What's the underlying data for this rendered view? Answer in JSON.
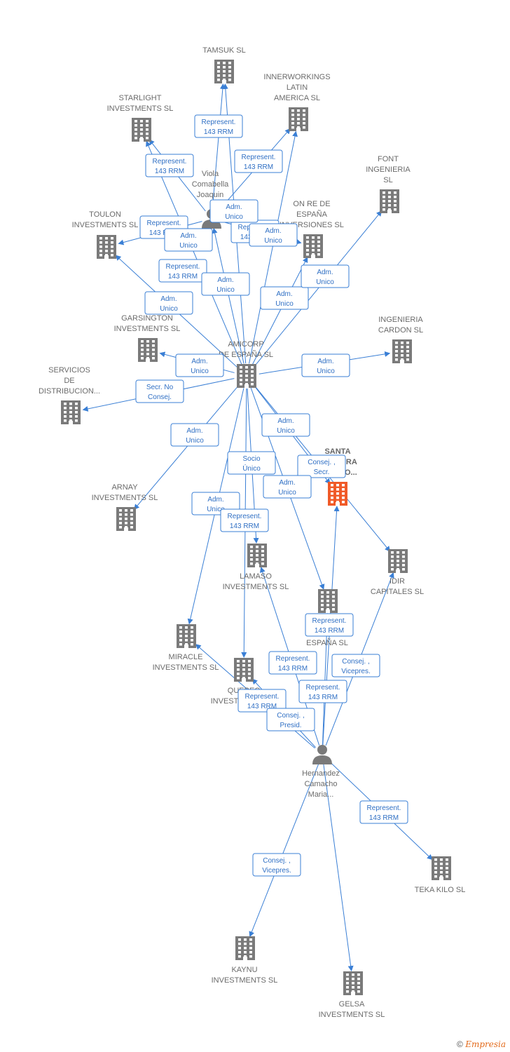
{
  "colors": {
    "edge": "#3a7fd5",
    "edge_text": "#2f6fc4",
    "company": "#7a7a7a",
    "focus": "#f05a28",
    "person": "#7a7a7a"
  },
  "nodes": [
    {
      "id": "tamsuk",
      "type": "company",
      "label": [
        "TAMSUK SL"
      ]
    },
    {
      "id": "innerworkings",
      "type": "company",
      "label": [
        "INNERWORKINGS",
        "LATIN",
        "AMERICA  SL"
      ]
    },
    {
      "id": "starlight",
      "type": "company",
      "label": [
        "STARLIGHT",
        "INVESTMENTS SL"
      ]
    },
    {
      "id": "font",
      "type": "company",
      "label": [
        "FONT",
        "INGENIERIA",
        "SL"
      ]
    },
    {
      "id": "viola",
      "type": "person",
      "label": [
        "Viola",
        "Comabella",
        "Joaquin"
      ]
    },
    {
      "id": "toulon",
      "type": "company",
      "label": [
        "TOULON",
        "INVESTMENTS SL"
      ]
    },
    {
      "id": "onre",
      "type": "company",
      "label": [
        "ON RE DE",
        "ESPAÑA",
        "INVERSIONES SL"
      ]
    },
    {
      "id": "garsington",
      "type": "company",
      "label": [
        "GARSINGTON",
        "INVESTMENTS SL"
      ]
    },
    {
      "id": "ingcardon",
      "type": "company",
      "label": [
        "INGENIERIA",
        "CARDON  SL"
      ]
    },
    {
      "id": "amicorp",
      "type": "company",
      "label": [
        "AMICORP",
        "DE ESPAÑA SL"
      ]
    },
    {
      "id": "servicios",
      "type": "company",
      "label": [
        "SERVICIOS",
        "DE",
        "DISTRIBUCION..."
      ]
    },
    {
      "id": "santabarbara",
      "type": "focus",
      "label": [
        "SANTA",
        "BARBARA",
        "ESTOCO..."
      ]
    },
    {
      "id": "arnay",
      "type": "company",
      "label": [
        "ARNAY",
        "INVESTMENTS SL"
      ]
    },
    {
      "id": "idir",
      "type": "company",
      "label": [
        "IDIR",
        "CAPITALES SL"
      ]
    },
    {
      "id": "lamaso",
      "type": "company",
      "label": [
        "LAMASO",
        "INVESTMENTS SL"
      ]
    },
    {
      "id": "espana",
      "type": "company",
      "label": [
        "ESPAÑA  SL"
      ]
    },
    {
      "id": "miracle",
      "type": "company",
      "label": [
        "MIRACLE",
        "INVESTMENTS SL"
      ]
    },
    {
      "id": "quebec",
      "type": "company",
      "label": [
        "QUEBEC",
        "INVESTMENTS SL"
      ]
    },
    {
      "id": "hernandez",
      "type": "person",
      "label": [
        "Hernandez",
        "Camacho",
        "Maria..."
      ]
    },
    {
      "id": "tekakilo",
      "type": "company",
      "label": [
        "TEKA KILO  SL"
      ]
    },
    {
      "id": "kaynu",
      "type": "company",
      "label": [
        "KAYNU",
        "INVESTMENTS SL"
      ]
    },
    {
      "id": "gelsa",
      "type": "company",
      "label": [
        "GELSA",
        "INVESTMENTS SL"
      ]
    }
  ],
  "edges": [
    {
      "from": "viola",
      "to": "tamsuk",
      "label": [
        "Represent.",
        "143 RRM"
      ]
    },
    {
      "from": "viola",
      "to": "innerworkings",
      "label": [
        "Represent.",
        "143 RRM"
      ]
    },
    {
      "from": "viola",
      "to": "starlight",
      "label": [
        "Represent.",
        "143 RRM"
      ]
    },
    {
      "from": "viola",
      "to": "toulon",
      "label": [
        "Represent.",
        "143 RRM"
      ]
    },
    {
      "from": "viola",
      "to": "onre",
      "label": [
        "Represent.",
        "143 RRM"
      ]
    },
    {
      "from": "amicorp",
      "to": "tamsuk",
      "label": [
        "Adm.",
        "Unico"
      ]
    },
    {
      "from": "amicorp",
      "to": "innerworkings",
      "label": [
        "Adm.",
        "Unico"
      ]
    },
    {
      "from": "amicorp",
      "to": "starlight",
      "label": [
        "Adm.",
        "Unico"
      ]
    },
    {
      "from": "amicorp",
      "to": "viola",
      "label": [
        "Represent.",
        "143 RRM"
      ]
    },
    {
      "from": "amicorp",
      "to": "onre",
      "label": [
        "Adm.",
        "Unico"
      ]
    },
    {
      "from": "amicorp",
      "to": "font",
      "label": [
        "Adm.",
        "Unico"
      ]
    },
    {
      "from": "amicorp",
      "to": "toulon",
      "label": [
        "Adm.",
        "Unico"
      ]
    },
    {
      "from": "amicorp",
      "to": "garsington",
      "label": [
        "Adm.",
        "Unico"
      ]
    },
    {
      "from": "amicorp",
      "to": "ingcardon",
      "label": [
        "Adm.",
        "Unico"
      ]
    },
    {
      "from": "amicorp",
      "to": "servicios",
      "label": [
        "Adm.",
        "Unico"
      ]
    },
    {
      "from": "amicorp",
      "to": "arnay",
      "label": [
        "Secr.  No",
        "Consej."
      ]
    },
    {
      "from": "amicorp",
      "to": "santabarbara",
      "label": [
        "Adm.",
        "Unico"
      ]
    },
    {
      "from": "amicorp",
      "to": "idir",
      "label": [
        "Adm.",
        "Unico"
      ]
    },
    {
      "from": "amicorp",
      "to": "lamaso",
      "label": [
        "Consej. ,",
        "Secr."
      ]
    },
    {
      "from": "amicorp",
      "to": "espana",
      "label": [
        "Socio",
        "Único"
      ]
    },
    {
      "from": "amicorp",
      "to": "miracle",
      "label": [
        "Adm.",
        "Unico"
      ]
    },
    {
      "from": "amicorp",
      "to": "quebec",
      "label": [
        "Adm.",
        "Unico"
      ]
    },
    {
      "from": "hernandez",
      "to": "santabarbara",
      "label": [
        "Represent.",
        "143 RRM"
      ]
    },
    {
      "from": "hernandez",
      "to": "lamaso",
      "label": [
        "Represent.",
        "143 RRM"
      ]
    },
    {
      "from": "hernandez",
      "to": "idir",
      "label": [
        "Represent.",
        "143 RRM"
      ]
    },
    {
      "from": "hernandez",
      "to": "espana",
      "label": [
        "Consej. ,",
        "Vicepres."
      ]
    },
    {
      "from": "hernandez",
      "to": "miracle",
      "label": [
        "Represent.",
        "143 RRM"
      ]
    },
    {
      "from": "hernandez",
      "to": "quebec",
      "label": [
        "Represent.",
        "143 RRM"
      ]
    },
    {
      "from": "hernandez",
      "to": "tekakilo",
      "label": [
        "Consej. ,",
        "Presid."
      ]
    },
    {
      "from": "hernandez",
      "to": "kaynu",
      "label": [
        "Represent.",
        "143 RRM"
      ]
    },
    {
      "from": "hernandez",
      "to": "gelsa",
      "label": [
        "Consej. ,",
        "Vicepres."
      ]
    }
  ],
  "footer": {
    "copyright": "©",
    "brand": "Empresia"
  }
}
